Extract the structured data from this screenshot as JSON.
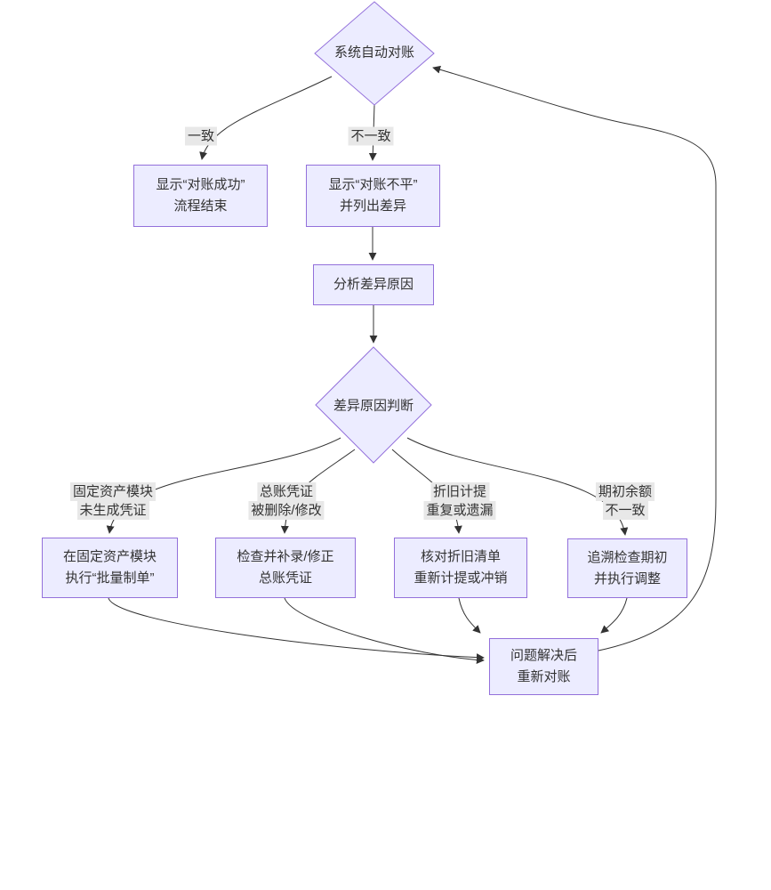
{
  "colors": {
    "node_fill": "#ECECFF",
    "node_border": "#9370DB",
    "edge_color": "#333333",
    "label_bg": "#e8e8e8",
    "text_color": "#333333",
    "background": "#ffffff"
  },
  "nodes": {
    "auto_reconcile": {
      "label": "系统自动对账"
    },
    "show_success": {
      "line1": "显示“对账成功”",
      "line2": "流程结束"
    },
    "show_unbalanced": {
      "line1": "显示“对账不平”",
      "line2": "并列出差异"
    },
    "analyze": {
      "label": "分析差异原因"
    },
    "judge": {
      "label": "差异原因判断"
    },
    "fa_batch": {
      "line1": "在固定资产模块",
      "line2": "执行“批量制单”"
    },
    "gl_fix": {
      "line1": "检查并补录/修正",
      "line2": "总账凭证"
    },
    "depr_check": {
      "line1": "核对折旧清单",
      "line2": "重新计提或冲销"
    },
    "opening_adjust": {
      "line1": "追溯检查期初",
      "line2": "并执行调整"
    },
    "redo": {
      "line1": "问题解决后",
      "line2": "重新对账"
    }
  },
  "edge_labels": {
    "match": "一致",
    "mismatch": "不一致",
    "fa_no_voucher": {
      "line1": "固定资产模块",
      "line2": "未生成凭证"
    },
    "gl_deleted": {
      "line1": "总账凭证",
      "line2": "被删除/修改"
    },
    "depr_dup": {
      "line1": "折旧计提",
      "line2": "重复或遗漏"
    },
    "opening_diff": {
      "line1": "期初余额",
      "line2": "不一致"
    }
  }
}
